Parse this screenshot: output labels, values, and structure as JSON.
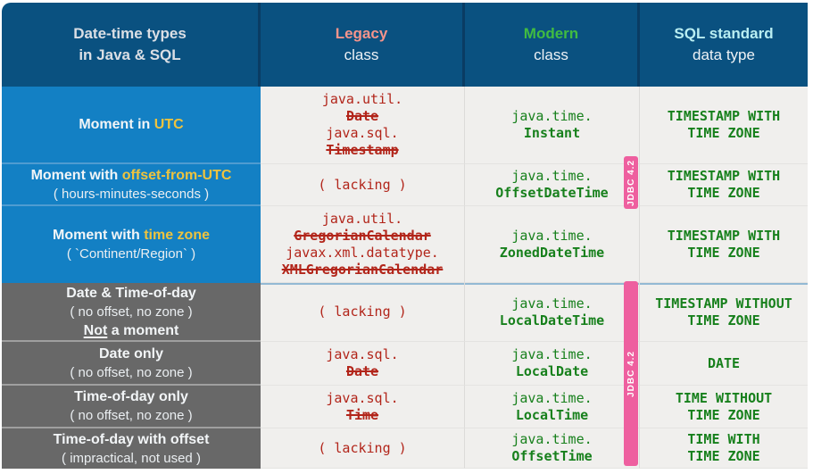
{
  "header": {
    "types": {
      "line1": "Date-time types",
      "line2": "in Java & SQL"
    },
    "legacy": {
      "line1": "Legacy",
      "line2": "class"
    },
    "modern": {
      "line1": "Modern",
      "line2": "class"
    },
    "sql": {
      "line1": "SQL standard",
      "line2": "data type"
    }
  },
  "badge": "JDBC 4.2",
  "colors": {
    "header_blue": "#0a5180",
    "row_blue": "#1380c4",
    "row_gray": "#686868",
    "legacy_red": "#b2251a",
    "modern_green": "#17801c",
    "highlight_yellow": "#eec33e",
    "legacy_header_salmon": "#f5948b",
    "modern_header_green": "#41bc41",
    "sql_header_cyan": "#b9eef2",
    "jdbc_pink": "#ee5f9f"
  },
  "rows": [
    {
      "label": {
        "pre": "Moment in ",
        "hl": "UTC"
      },
      "legacy": [
        "java.util.",
        "Date",
        "java.sql.",
        "Timestamp"
      ],
      "modern": {
        "pkg": "java.time.",
        "cls": "Instant"
      },
      "sql": [
        "TIMESTAMP WITH",
        "TIME ZONE"
      ]
    },
    {
      "label": {
        "pre": "Moment with ",
        "hl": "offset-from-UTC",
        "sub": "( hours-minutes-seconds )"
      },
      "legacy_lacking": "( lacking )",
      "modern": {
        "pkg": "java.time.",
        "cls": "OffsetDateTime"
      },
      "sql": [
        "TIMESTAMP WITH",
        "TIME ZONE"
      ]
    },
    {
      "label": {
        "pre": "Moment with ",
        "hl": "time zone",
        "sub": "( `Continent/Region` )"
      },
      "legacy": [
        "java.util.",
        "GregorianCalendar",
        "javax.xml.datatype.",
        "XMLGregorianCalendar"
      ],
      "modern": {
        "pkg": "java.time.",
        "cls": "ZonedDateTime"
      },
      "sql": [
        "TIMESTAMP WITH",
        "TIME ZONE"
      ]
    },
    {
      "label": {
        "title": "Date & Time-of-day",
        "sub": "( no offset, no zone )",
        "note_u": "Not",
        "note_rest": " a moment"
      },
      "legacy_lacking": "( lacking )",
      "modern": {
        "pkg": "java.time.",
        "cls": "LocalDateTime"
      },
      "sql": [
        "TIMESTAMP WITHOUT",
        "TIME ZONE"
      ]
    },
    {
      "label": {
        "title": "Date only",
        "sub": "( no offset, no zone )"
      },
      "legacy": [
        "java.sql.",
        "Date"
      ],
      "modern": {
        "pkg": "java.time.",
        "cls": "LocalDate"
      },
      "sql": [
        "DATE"
      ]
    },
    {
      "label": {
        "title": "Time-of-day only",
        "sub": "( no offset, no zone )"
      },
      "legacy": [
        "java.sql.",
        "Time"
      ],
      "modern": {
        "pkg": "java.time.",
        "cls": "LocalTime"
      },
      "sql": [
        "TIME WITHOUT",
        "TIME ZONE"
      ]
    },
    {
      "label": {
        "title": "Time-of-day with offset",
        "sub": "( impractical, not used )"
      },
      "legacy_lacking": "( lacking )",
      "modern": {
        "pkg": "java.time.",
        "cls": "OffsetTime"
      },
      "sql": [
        "TIME WITH",
        "TIME ZONE"
      ]
    }
  ]
}
